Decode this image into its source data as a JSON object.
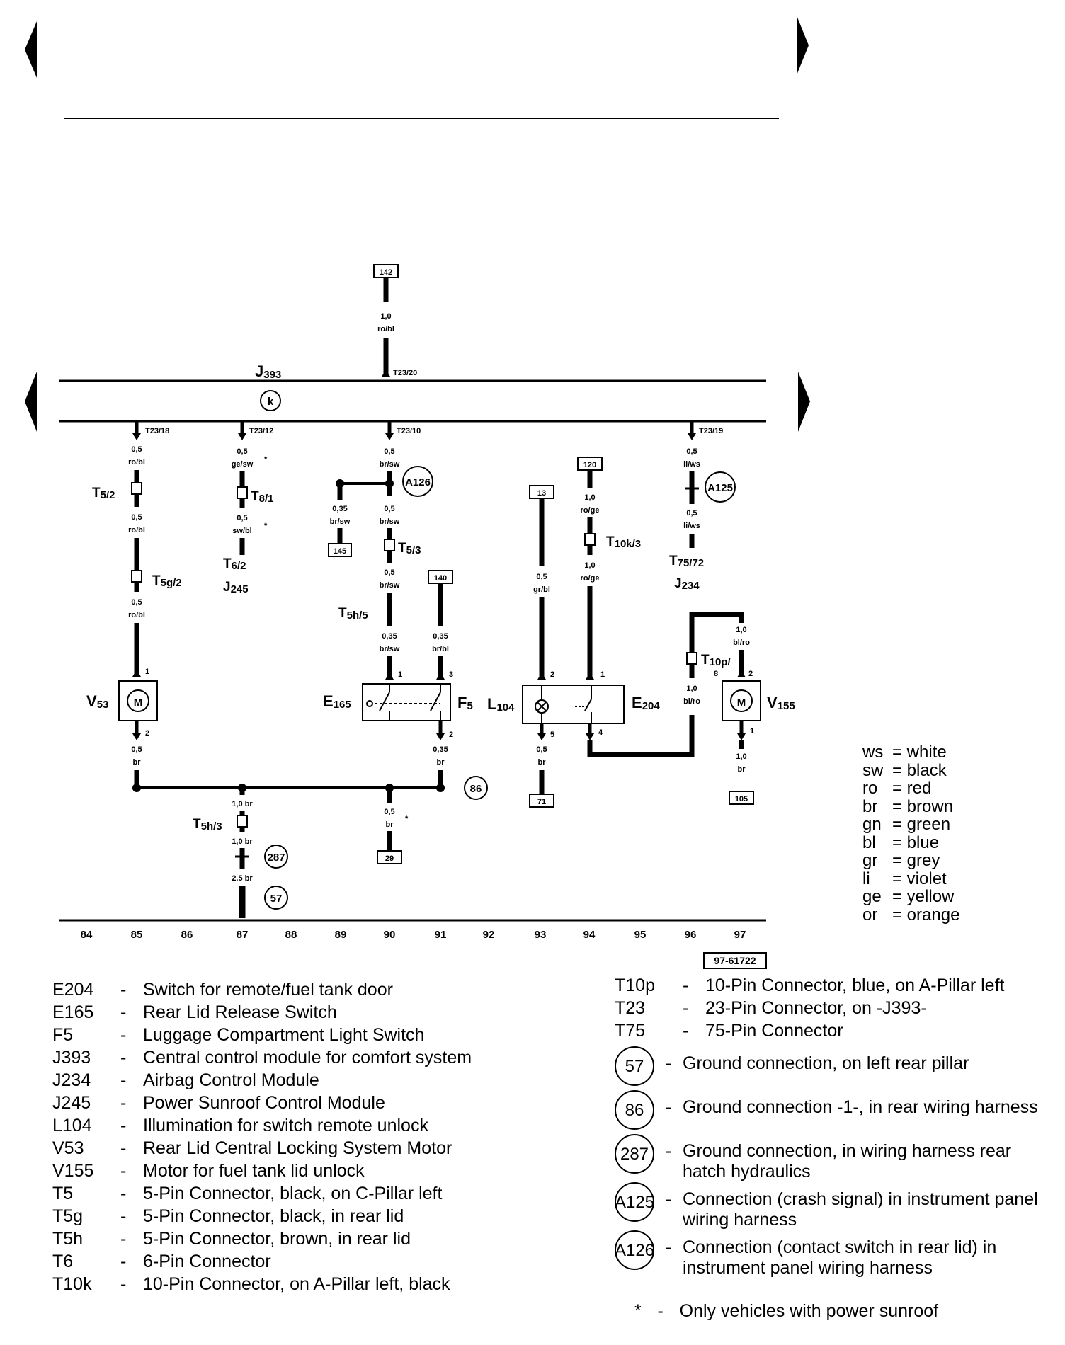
{
  "nav": {
    "prev_icon": "arrow-left-icon",
    "next_icon": "arrow-right-icon"
  },
  "diagram": {
    "module": {
      "code": "J",
      "sub": "393",
      "symbol": "k"
    },
    "top_box": "142",
    "top_wire": {
      "size": "1,0",
      "color": "ro/bl",
      "pin": "T23/20"
    },
    "pins": {
      "c85": {
        "pin": "T23/18",
        "w1s": "0,5",
        "w1c": "ro/bl",
        "conn1": "T",
        "conn1sub": "5/2",
        "w2s": "0,5",
        "w2c": "ro/bl",
        "conn2": "T",
        "conn2sub": "5g/2",
        "w3s": "0,5",
        "w3c": "ro/bl",
        "motor_pin_top": "1",
        "motor_pin_bot": "2",
        "comp": "V",
        "comp_sub": "53",
        "w4s": "0,5",
        "w4c": "br"
      },
      "c87": {
        "pin": "T23/12",
        "w1s": "0,5",
        "w1c": "ge/sw",
        "star": "*",
        "conn": "T",
        "conn_sub": "8/1",
        "w2s": "0,5",
        "w2c": "sw/bl",
        "star2": "*",
        "t6": "T",
        "t6sub": "6/2",
        "j245": "J",
        "j245sub": "245"
      },
      "c90": {
        "pin": "T23/10",
        "w1s": "0,5",
        "w1c": "br/sw",
        "a126": "A126",
        "bs": "0,35",
        "bc": "br/sw",
        "box145": "145",
        "w2s": "0,5",
        "w2c": "br/sw",
        "conn": "T",
        "conn_sub": "5/3",
        "w3s": "0,5",
        "w3c": "br/sw",
        "t5h": "T",
        "t5hsub": "5h/5",
        "w4s": "0,35",
        "w4c": "br/sw",
        "pin1": "1",
        "e165": "E",
        "e165sub": "165"
      },
      "c91": {
        "box": "140",
        "ws": "0,35",
        "wc": "br/bl",
        "pin3": "3",
        "pin2": "2",
        "f5": "F",
        "f5sub": "5",
        "w2s": "0,35",
        "w2c": "br",
        "ground86": "86"
      },
      "c93": {
        "box": "13",
        "ws": "0,5",
        "wc": "gr/bl",
        "pin2": "2",
        "pin5": "5",
        "l104": "L",
        "l104sub": "104",
        "w2s": "0,5",
        "w2c": "br",
        "box71": "71"
      },
      "c94": {
        "box": "120",
        "w1s": "1,0",
        "w1c": "ro/ge",
        "conn": "T",
        "conn_sub": "10k/3",
        "w2s": "1,0",
        "w2c": "ro/ge",
        "pin1": "1",
        "pin4": "4",
        "e204": "E",
        "e204sub": "204"
      },
      "c96": {
        "pin": "T23/19",
        "w1s": "0,5",
        "w1c": "li/ws",
        "a125": "A125",
        "w2s": "0,5",
        "w2c": "li/ws",
        "t75": "T",
        "t75sub": "75/72",
        "j234": "J",
        "j234sub": "234",
        "t10p": "T",
        "t10psub": "10p/",
        "t10p8": "8",
        "w3s": "1,0",
        "w3c": "bl/ro"
      },
      "c97": {
        "ws": "1,0",
        "wc": "bl/ro",
        "pin2": "2",
        "pin1": "1",
        "v155": "V",
        "v155sub": "155",
        "w2s": "1,0",
        "w2c": "br",
        "box105": "105"
      },
      "ground": {
        "w1": "1,0 br",
        "t5h3": "T",
        "t5h3sub": "5h/3",
        "w2": "1,0 br",
        "g287": "287",
        "w3": "2.5 br",
        "g57": "57",
        "w90s": "0,5",
        "w90c": "br",
        "star": "*",
        "box29": "29"
      }
    },
    "motor_symbol": "M",
    "axis": [
      "84",
      "85",
      "86",
      "87",
      "88",
      "89",
      "90",
      "91",
      "92",
      "93",
      "94",
      "95",
      "96",
      "97"
    ],
    "ref": "97-61722"
  },
  "colors": [
    {
      "k": "ws",
      "v": "= white"
    },
    {
      "k": "sw",
      "v": "= black"
    },
    {
      "k": "ro",
      "v": "= red"
    },
    {
      "k": "br",
      "v": "= brown"
    },
    {
      "k": "gn",
      "v": "= green"
    },
    {
      "k": "bl",
      "v": "= blue"
    },
    {
      "k": "gr",
      "v": "= grey"
    },
    {
      "k": "li",
      "v": "= violet"
    },
    {
      "k": "ge",
      "v": "= yellow"
    },
    {
      "k": "or",
      "v": "= orange"
    }
  ],
  "legend_left": [
    {
      "code": "E204",
      "desc": "Switch for remote/fuel tank door"
    },
    {
      "code": "E165",
      "desc": "Rear Lid Release Switch"
    },
    {
      "code": "F5",
      "desc": "Luggage Compartment Light Switch"
    },
    {
      "code": "J393",
      "desc": "Central control module for comfort system"
    },
    {
      "code": "J234",
      "desc": "Airbag Control Module"
    },
    {
      "code": "J245",
      "desc": "Power Sunroof Control Module"
    },
    {
      "code": "L104",
      "desc": "Illumination for switch remote unlock"
    },
    {
      "code": "V53",
      "desc": "Rear Lid Central Locking System Motor"
    },
    {
      "code": "V155",
      "desc": "Motor for fuel tank lid unlock"
    },
    {
      "code": "T5",
      "desc": "5-Pin Connector, black, on C-Pillar left"
    },
    {
      "code": "T5g",
      "desc": "5-Pin Connector, black, in rear lid"
    },
    {
      "code": "T5h",
      "desc": "5-Pin Connector, brown, in rear lid"
    },
    {
      "code": "T6",
      "desc": "6-Pin Connector"
    },
    {
      "code": "T10k",
      "desc": "10-Pin Connector, on A-Pillar left, black"
    }
  ],
  "legend_right": [
    {
      "code": "T10p",
      "desc": "10-Pin Connector, blue, on A-Pillar left"
    },
    {
      "code": "T23",
      "desc": "23-Pin Connector, on -J393-"
    },
    {
      "code": "T75",
      "desc": "75-Pin Connector"
    }
  ],
  "grounds": [
    {
      "code": "57",
      "desc": "Ground connection, on left rear pillar"
    },
    {
      "code": "86",
      "desc": "Ground connection -1-, in rear wiring harness"
    },
    {
      "code": "287",
      "desc": "Ground connection, in wiring harness rear hatch hydraulics"
    },
    {
      "code": "A125",
      "desc": "Connection (crash signal) in instrument panel wiring harness"
    },
    {
      "code": "A126",
      "desc": "Connection (contact switch in rear lid) in instrument panel wiring harness"
    }
  ],
  "note": {
    "star": "*",
    "text": "Only vehicles with power sunroof"
  }
}
